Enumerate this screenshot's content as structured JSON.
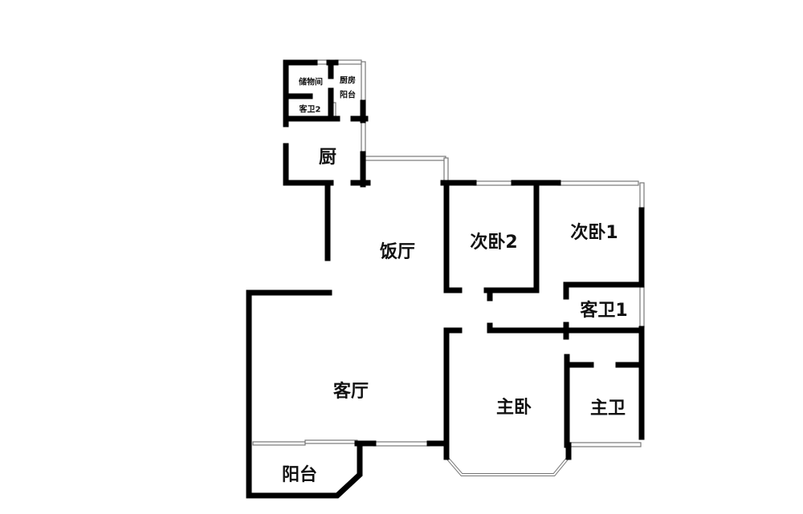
{
  "floorplan": {
    "rooms": {
      "storage": "储物间",
      "kitchen_balcony_1": "厨房",
      "kitchen_balcony_2": "阳台",
      "guest_bath_2": "客卫2",
      "kitchen": "厨",
      "dining": "饭厅",
      "second_bedroom_2": "次卧2",
      "second_bedroom_1": "次卧1",
      "guest_bath_1": "客卫1",
      "living": "客厅",
      "master_bedroom": "主卧",
      "master_bath": "主卫",
      "balcony": "阳台"
    }
  }
}
